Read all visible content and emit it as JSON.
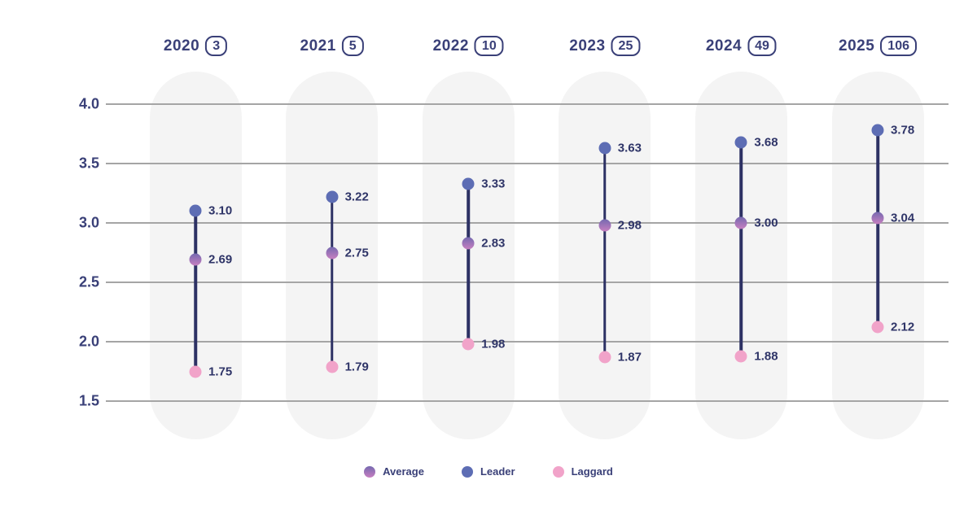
{
  "chart_data": {
    "type": "dumbbell",
    "title": "",
    "categories": [
      "2020",
      "2021",
      "2022",
      "2023",
      "2024",
      "2025"
    ],
    "counts": [
      "3",
      "5",
      "10",
      "25",
      "49",
      "106"
    ],
    "series": [
      {
        "name": "Leader",
        "color": "#5d6db4",
        "color2": "#5d6db4",
        "values": [
          3.1,
          3.22,
          3.33,
          3.63,
          3.68,
          3.78
        ]
      },
      {
        "name": "Average",
        "color": "#7569b0",
        "color2": "#c77fc0",
        "values": [
          2.69,
          2.75,
          2.83,
          2.98,
          3.0,
          3.04
        ]
      },
      {
        "name": "Laggard",
        "color": "#f1a3c9",
        "color2": "#f1a3c9",
        "values": [
          1.75,
          1.79,
          1.98,
          1.87,
          1.88,
          2.12
        ]
      }
    ],
    "y_ticks": [
      4.0,
      3.5,
      3.0,
      2.5,
      2.0,
      1.5
    ],
    "ylim": [
      1.5,
      4.0
    ],
    "grid": "horizontal",
    "legend_position": "bottom",
    "legend_order": [
      "Average",
      "Leader",
      "Laggard"
    ],
    "colors": {
      "text_navy": "#3a4078",
      "value_label": "#2f3568",
      "connector": "#2d3164",
      "pill_background": "#f4f4f4",
      "gridline": "#a5a5a5"
    }
  }
}
